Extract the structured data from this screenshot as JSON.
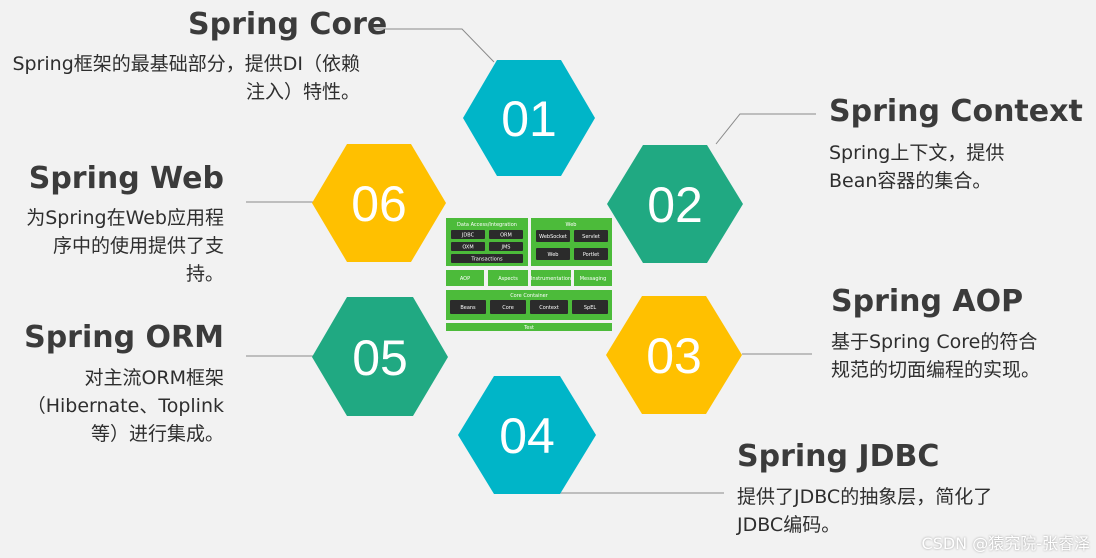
{
  "modules": [
    {
      "num": "01",
      "title": "Spring Core",
      "desc": "Spring框架的最基础部分，提供DI（依赖注入）特性。",
      "color": "#00b5c8"
    },
    {
      "num": "02",
      "title": "Spring Context",
      "desc": "Spring上下文，提供Bean容器的集合。",
      "color": "#20a982"
    },
    {
      "num": "03",
      "title": "Spring AOP",
      "desc": "基于Spring Core的符合规范的切面编程的实现。",
      "color": "#ffc000"
    },
    {
      "num": "04",
      "title": "Spring JDBC",
      "desc": "提供了JDBC的抽象层，简化了JDBC编码。",
      "color": "#00b5c8"
    },
    {
      "num": "05",
      "title": "Spring ORM",
      "desc": "对主流ORM框架（Hibernate、Toplink等）进行集成。",
      "color": "#20a982"
    },
    {
      "num": "06",
      "title": "Spring Web",
      "desc": "为Spring在Web应用程序中的使用提供了支持。",
      "color": "#ffc000"
    }
  ],
  "diagram": {
    "data_access": {
      "title": "Data Access/Integration",
      "items": [
        "JDBC",
        "ORM",
        "OXM",
        "JMS",
        "Transactions"
      ]
    },
    "web": {
      "title": "Web",
      "items": [
        "WebSocket",
        "Servlet",
        "Web",
        "Portlet"
      ]
    },
    "middle": [
      "AOP",
      "Aspects",
      "Instrumentation",
      "Messaging"
    ],
    "core": {
      "title": "Core Container",
      "items": [
        "Beans",
        "Core",
        "Context",
        "SpEL"
      ]
    },
    "test": "Test"
  },
  "watermark": "CSDN @猿究院-张睿泽"
}
